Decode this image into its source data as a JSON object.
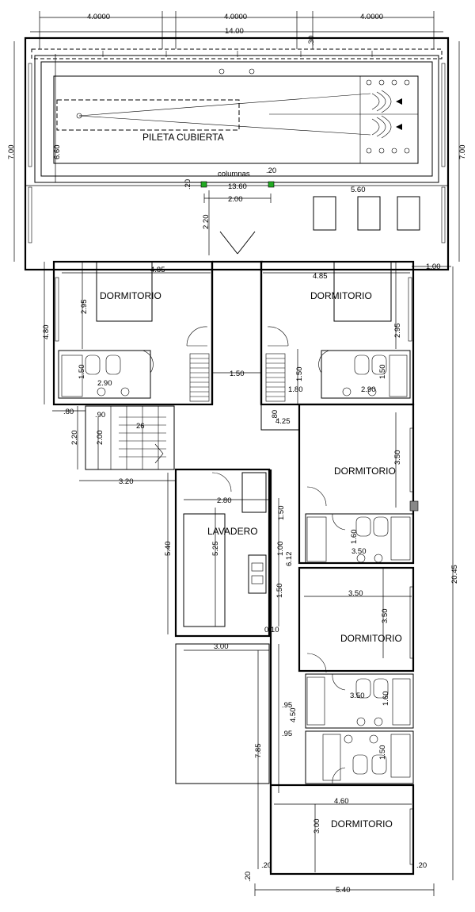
{
  "title": "",
  "colors": {
    "line": "#000000",
    "background": "#ffffff",
    "column_marker": "#22aa22"
  },
  "rooms": {
    "pool": "PILETA CUBIERTA",
    "bedroom_1": "DORMITORIO",
    "bedroom_2": "DORMITORIO",
    "bedroom_3": "DORMITORIO",
    "bedroom_4": "DORMITORIO",
    "bedroom_5": "DORMITORIO",
    "laundry": "LAVADERO"
  },
  "annotations": {
    "columns": "columnas"
  },
  "dimensions": {
    "top_seg_1": "4.0000",
    "top_seg_2": "4.0000",
    "top_seg_3": "4.0000",
    "top_total": "14.00",
    "top_small": ".30",
    "pool_height_left": "7.00",
    "pool_height_right": "7.00",
    "pool_inner": "6.60",
    "col_gap": ".20",
    "col_left": ".20",
    "span_13_60": "13.60",
    "span_5_60": "5.60",
    "span_2_00": "2.00",
    "drop_2_20": "2.20",
    "right_1_00": "1.00",
    "bed1_width": "4.85",
    "bed2_width": "4.85",
    "bed1_height": "2.95",
    "bed2_height": "2.95",
    "left_4_80": "4.80",
    "bath1_depth": "1.50",
    "bath1_width": "2.90",
    "hall_1_50": "1.50",
    "hall_v_1_50": "1.50",
    "hall_1_80": "1.80",
    "bath2_width": "2.90",
    "bath2_depth": "1.50",
    "stair_80": ".80",
    "stair_90": ".90",
    "stair_26": "26",
    "stair_2_20": "2.20",
    "stair_2_00": "2.00",
    "core_80": ".80",
    "core_4_25": "4.25",
    "bed3_height": "3.50",
    "span_3_20": "3.20",
    "laundry_2_80": "2.80",
    "laundry_5_40": "5.40",
    "laundry_5_25": "5.25",
    "v_1_50_a": "1.50",
    "v_1_00": "1.00",
    "v_6_12": "6.12",
    "v_1_50_b": "1.50",
    "v_0_10": "0.10",
    "bath3_1_60": "1.60",
    "bath3_3_50": "3.50",
    "span_3_00": "3.00",
    "bed4_width": "3.50",
    "bed4_height": "3.50",
    "bath4_3_50": "3.50",
    "bath4_1_60": "1.60",
    "side_95_a": ".95",
    "side_4_50": "4.50",
    "side_95_b": ".95",
    "bath5_1_50": "1.50",
    "yard_7_85": "7.85",
    "bed5_width": "4.60",
    "bed5_height": "3.00",
    "total_20_45": "20.45",
    "bottom_20_a": ".20",
    "bottom_20_b": ".20",
    "bottom_20_c": ".20",
    "bottom_total": "5.40"
  }
}
